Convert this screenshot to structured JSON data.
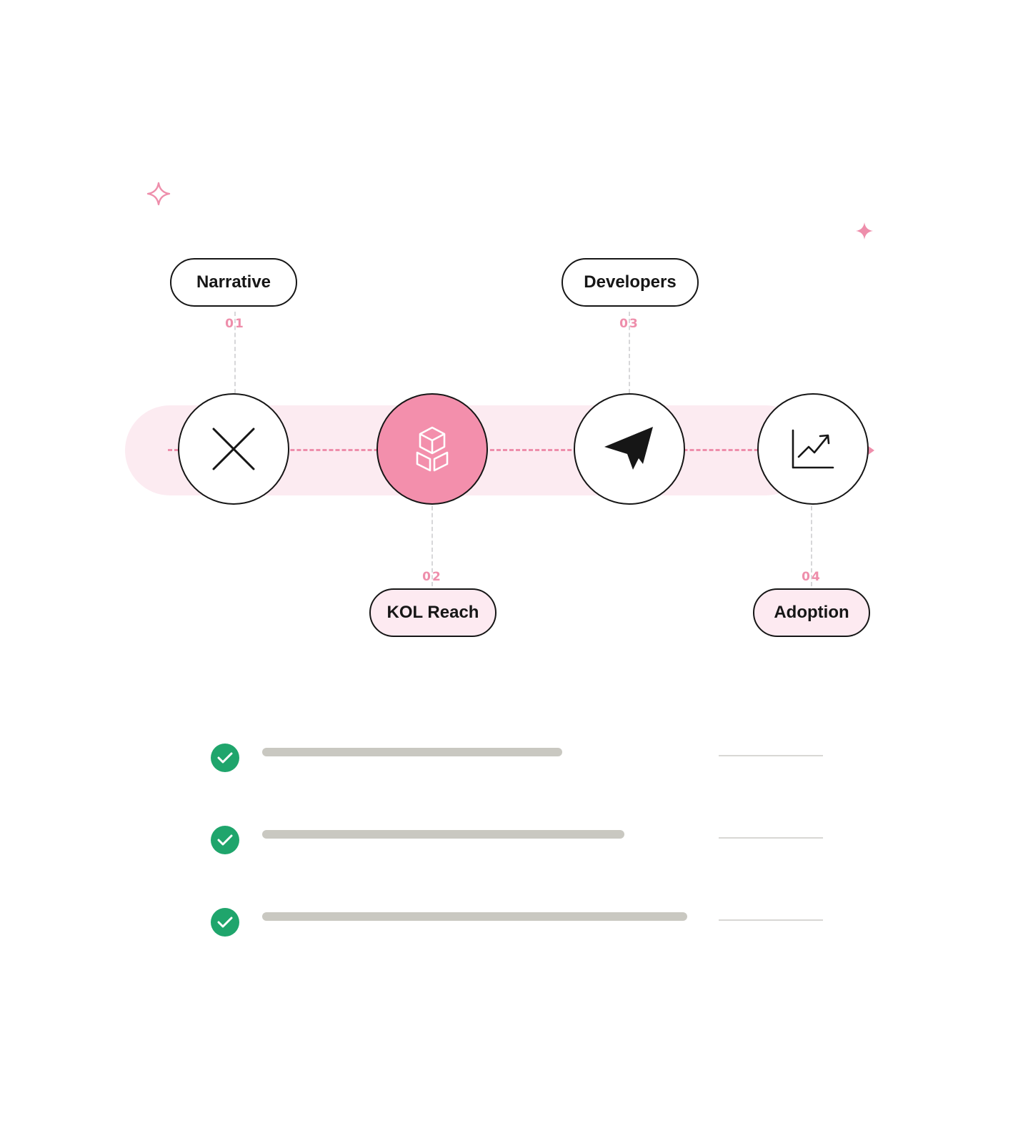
{
  "steps": [
    {
      "number": "01",
      "label": "Narrative",
      "icon": "close-icon"
    },
    {
      "number": "02",
      "label": "KOL Reach",
      "icon": "cube-stack-icon"
    },
    {
      "number": "03",
      "label": "Developers",
      "icon": "paper-plane-icon"
    },
    {
      "number": "04",
      "label": "Adoption",
      "icon": "trend-chart-icon"
    }
  ],
  "checklist": {
    "items": [
      {
        "icon": "check-circle-icon",
        "status": "done"
      },
      {
        "icon": "check-circle-icon",
        "status": "done"
      },
      {
        "icon": "check-circle-icon",
        "status": "done"
      }
    ]
  },
  "colors": {
    "accent": "#f38fac",
    "accent_light": "#fcebf1",
    "outline": "#161616",
    "check": "#1fa56c",
    "placeholder_bar": "#c9c8c1"
  }
}
